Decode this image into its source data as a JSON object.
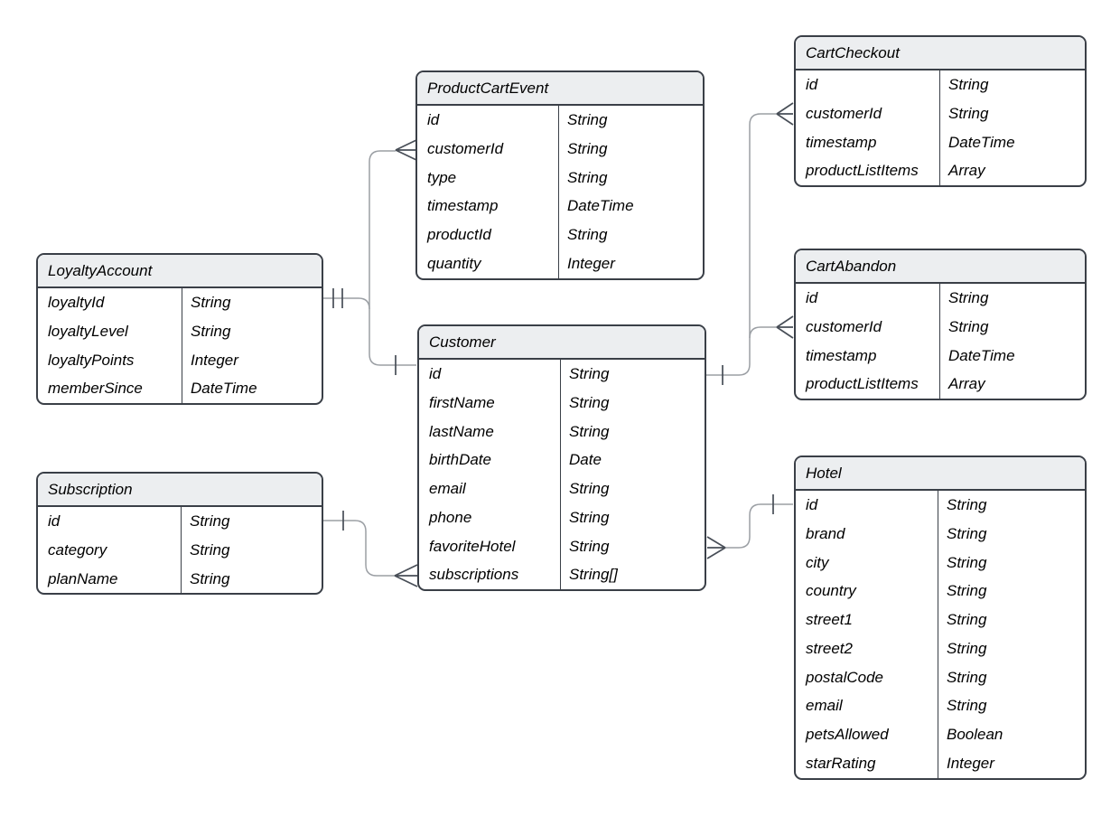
{
  "diagram": {
    "kind": "entity-relationship-diagram",
    "background_color": "#ffffff",
    "colors": {
      "entity_border": "#3a3f47",
      "entity_header_fill": "#eceef0",
      "entity_body_fill": "#ffffff",
      "connector_line": "#9b9fa4",
      "cardinality_marker": "#484e57",
      "text": "#000000"
    },
    "entities": [
      {
        "name": "LoyaltyAccount",
        "attributes": [
          {
            "name": "loyaltyId",
            "type": "String"
          },
          {
            "name": "loyaltyLevel",
            "type": "String"
          },
          {
            "name": "loyaltyPoints",
            "type": "Integer"
          },
          {
            "name": "memberSince",
            "type": "DateTime"
          }
        ]
      },
      {
        "name": "Subscription",
        "attributes": [
          {
            "name": "id",
            "type": "String"
          },
          {
            "name": "category",
            "type": "String"
          },
          {
            "name": "planName",
            "type": "String"
          }
        ]
      },
      {
        "name": "ProductCartEvent",
        "attributes": [
          {
            "name": "id",
            "type": "String"
          },
          {
            "name": "customerId",
            "type": "String"
          },
          {
            "name": "type",
            "type": "String"
          },
          {
            "name": "timestamp",
            "type": "DateTime"
          },
          {
            "name": "productId",
            "type": "String"
          },
          {
            "name": "quantity",
            "type": "Integer"
          }
        ]
      },
      {
        "name": "Customer",
        "attributes": [
          {
            "name": "id",
            "type": "String"
          },
          {
            "name": "firstName",
            "type": "String"
          },
          {
            "name": "lastName",
            "type": "String"
          },
          {
            "name": "birthDate",
            "type": "Date"
          },
          {
            "name": "email",
            "type": "String"
          },
          {
            "name": "phone",
            "type": "String"
          },
          {
            "name": "favoriteHotel",
            "type": "String"
          },
          {
            "name": "subscriptions",
            "type": "String[]"
          }
        ]
      },
      {
        "name": "CartCheckout",
        "attributes": [
          {
            "name": "id",
            "type": "String"
          },
          {
            "name": "customerId",
            "type": "String"
          },
          {
            "name": "timestamp",
            "type": "DateTime"
          },
          {
            "name": "productListItems",
            "type": "Array"
          }
        ]
      },
      {
        "name": "CartAbandon",
        "attributes": [
          {
            "name": "id",
            "type": "String"
          },
          {
            "name": "customerId",
            "type": "String"
          },
          {
            "name": "timestamp",
            "type": "DateTime"
          },
          {
            "name": "productListItems",
            "type": "Array"
          }
        ]
      },
      {
        "name": "Hotel",
        "attributes": [
          {
            "name": "id",
            "type": "String"
          },
          {
            "name": "brand",
            "type": "String"
          },
          {
            "name": "city",
            "type": "String"
          },
          {
            "name": "country",
            "type": "String"
          },
          {
            "name": "street1",
            "type": "String"
          },
          {
            "name": "street2",
            "type": "String"
          },
          {
            "name": "postalCode",
            "type": "String"
          },
          {
            "name": "email",
            "type": "String"
          },
          {
            "name": "petsAllowed",
            "type": "Boolean"
          },
          {
            "name": "starRating",
            "type": "Integer"
          }
        ]
      }
    ],
    "relationships": [
      {
        "from": "LoyaltyAccount",
        "fromAttribute": "loyaltyId",
        "fromCardinality": "exactly-one (||)",
        "to": "Customer",
        "toAttribute": "id",
        "toCardinality": "one (|)"
      },
      {
        "from": "Customer",
        "fromAttribute": "id",
        "fromCardinality": "one (|)",
        "to": "ProductCartEvent",
        "toAttribute": "customerId",
        "toCardinality": "many (crow's foot)"
      },
      {
        "from": "Customer",
        "fromAttribute": "id",
        "fromCardinality": "one (|)",
        "to": "CartCheckout",
        "toAttribute": "customerId",
        "toCardinality": "many (crow's foot)"
      },
      {
        "from": "Customer",
        "fromAttribute": "id",
        "fromCardinality": "one (|)",
        "to": "CartAbandon",
        "toAttribute": "customerId",
        "toCardinality": "many (crow's foot)"
      },
      {
        "from": "Customer",
        "fromAttribute": "favoriteHotel",
        "fromCardinality": "many (crow's foot)",
        "to": "Hotel",
        "toAttribute": "id",
        "toCardinality": "one (|)"
      },
      {
        "from": "Subscription",
        "fromAttribute": "id",
        "fromCardinality": "one (|)",
        "to": "Customer",
        "toAttribute": "subscriptions",
        "toCardinality": "many (crow's foot)"
      }
    ]
  }
}
